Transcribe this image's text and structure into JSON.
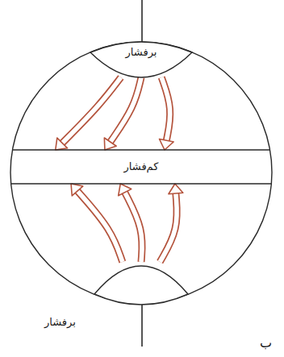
{
  "diagram": {
    "nodes": [
      {
        "text": [
          "برفشار"
        ]
      },
      {
        "text": [
          "کم‌فشار"
        ]
      },
      {
        "text": [
          "برفشار"
        ]
      }
    ],
    "edges": [
      {
        "from": 0,
        "to": 1,
        "arrow": "to"
      },
      {
        "from": 0,
        "to": 1,
        "arrow": "to"
      },
      {
        "from": 0,
        "to": 1,
        "arrow": "to"
      },
      {
        "from": 2,
        "to": 1,
        "arrow": "to"
      },
      {
        "from": 2,
        "to": 1,
        "arrow": "to"
      },
      {
        "from": 2,
        "to": 1,
        "arrow": "to"
      }
    ],
    "labels": [
      "ب"
    ]
  }
}
